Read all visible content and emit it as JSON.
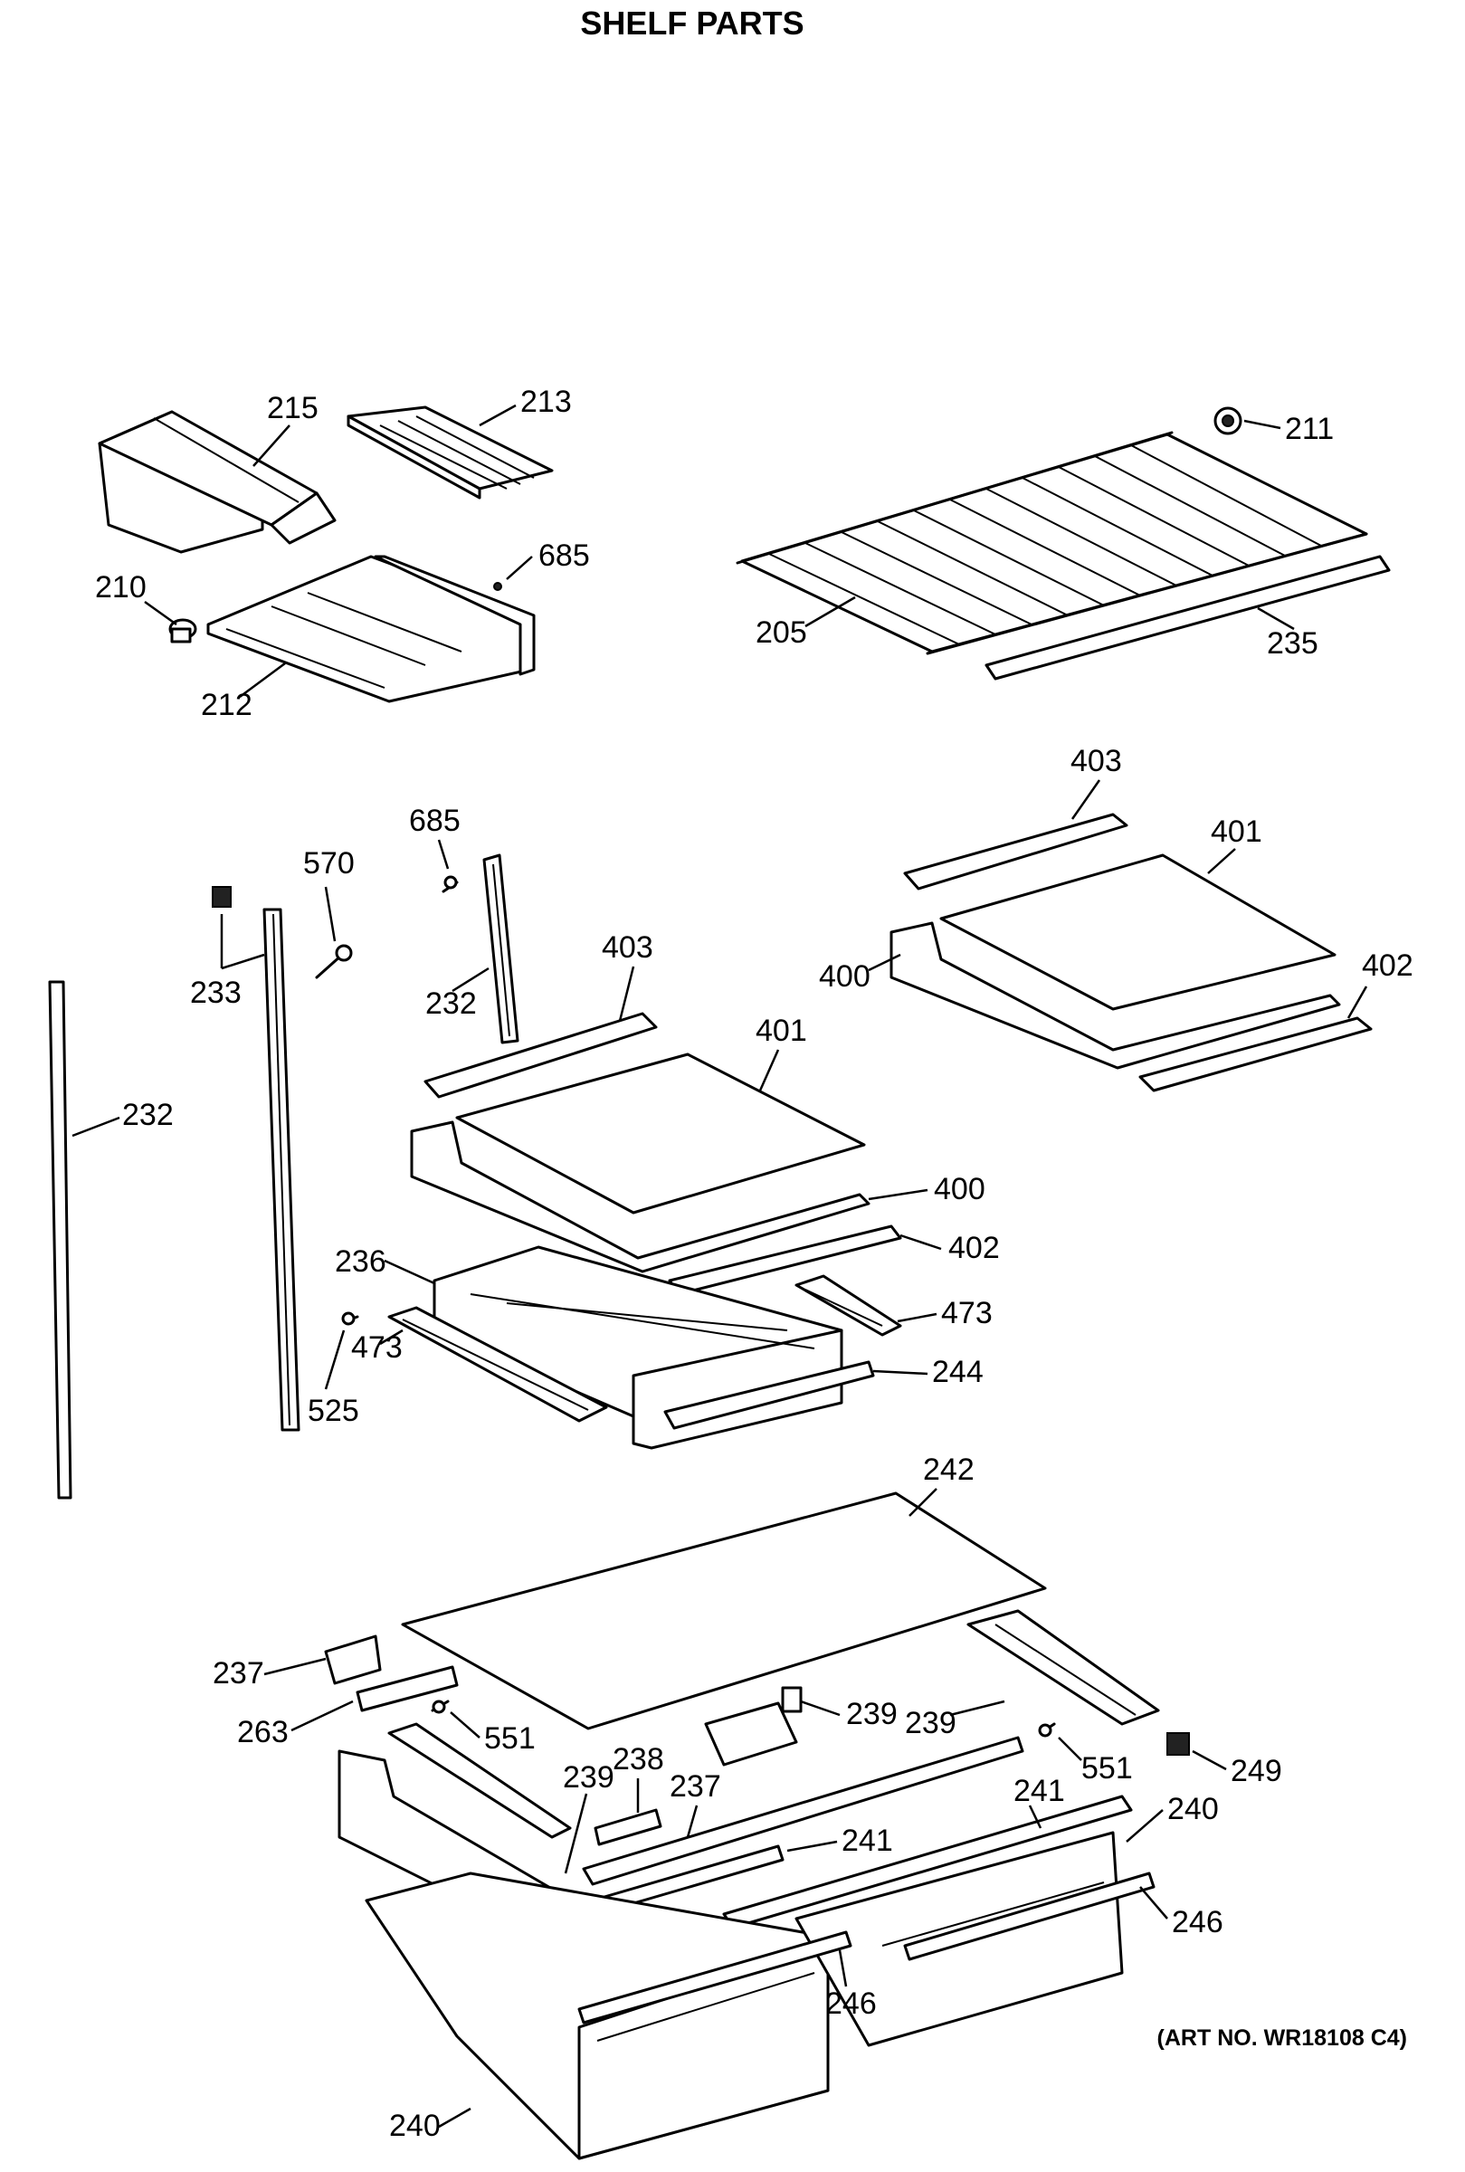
{
  "title": "SHELF PARTS",
  "art_number": "(ART NO. WR18108 C4)",
  "callouts": {
    "c215": "215",
    "c213": "213",
    "c211": "211",
    "c210": "210",
    "c685a": "685",
    "c212": "212",
    "c205": "205",
    "c235": "235",
    "c403a": "403",
    "c401a": "401",
    "c400a": "400",
    "c402a": "402",
    "c685b": "685",
    "c570": "570",
    "c233": "233",
    "c232a": "232",
    "c232b": "232",
    "c403b": "403",
    "c401b": "401",
    "c400b": "400",
    "c402b": "402",
    "c236": "236",
    "c473a": "473",
    "c473b": "473",
    "c525": "525",
    "c244": "244",
    "c242": "242",
    "c237a": "237",
    "c263": "263",
    "c551a": "551",
    "c239a": "239",
    "c239b": "239",
    "c239c": "239",
    "c551b": "551",
    "c249": "249",
    "c238": "238",
    "c237b": "237",
    "c241a": "241",
    "c241b": "241",
    "c240a": "240",
    "c246a": "246",
    "c246b": "246",
    "c240b": "240"
  }
}
